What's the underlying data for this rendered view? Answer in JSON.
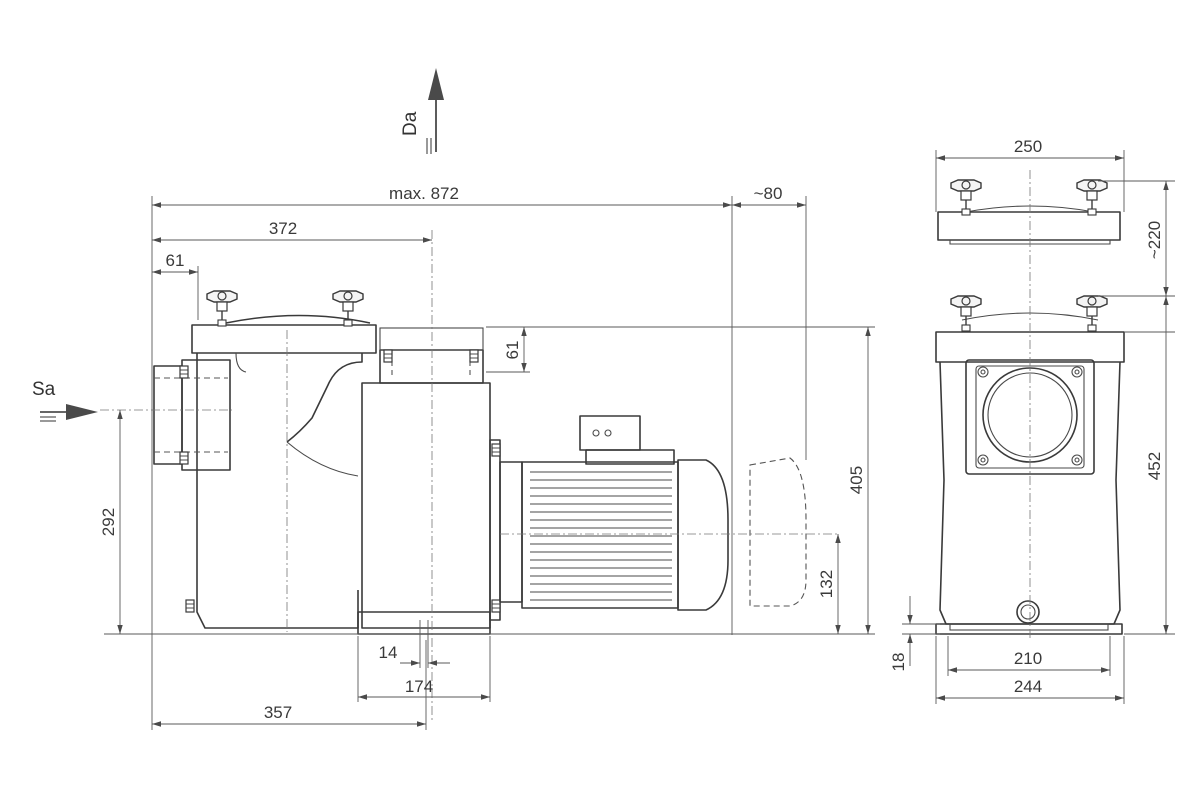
{
  "flow_labels": {
    "suction": "Sa",
    "discharge": "Da"
  },
  "dimensions": {
    "overall_length": "max. 872",
    "motor_clearance": "~80",
    "top_to_flange": "372",
    "inlet_flange_offset": "61",
    "flange_height": "61",
    "overall_height": "405",
    "inlet_height": "292",
    "motor_axis_height": "132",
    "foot_slot": "14",
    "foot_length": "174",
    "base_to_outlet": "357",
    "end_width": "250",
    "lid_clearance": "~220",
    "end_height": "452",
    "base_thickness": "18",
    "mount_spacing": "210",
    "base_width": "244"
  }
}
